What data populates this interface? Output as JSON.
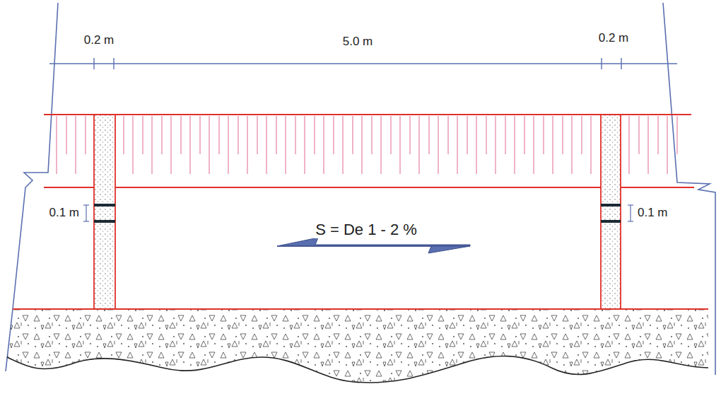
{
  "diagram": {
    "labels": [
      "0.2 m",
      "5.0 m",
      "0.2 m",
      "0.1 m",
      "0.1 m",
      "S = De 1 - 2 %"
    ]
  }
}
